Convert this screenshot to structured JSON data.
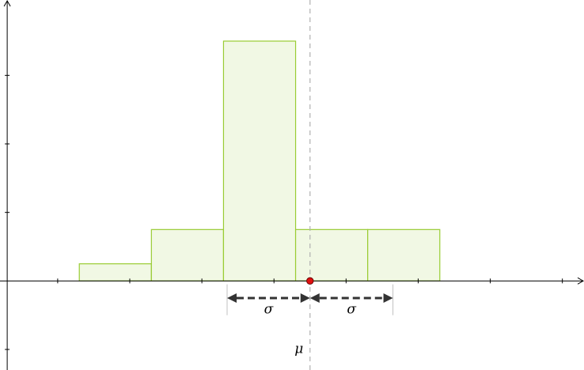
{
  "chart_data": {
    "type": "bar",
    "subtype": "histogram",
    "bins": [
      {
        "from": 1,
        "to": 2,
        "value": 0.5
      },
      {
        "from": 2,
        "to": 3,
        "value": 1.5
      },
      {
        "from": 3,
        "to": 4,
        "value": 7
      },
      {
        "from": 4,
        "to": 5,
        "value": 1.5
      },
      {
        "from": 5,
        "to": 6,
        "value": 1.5
      }
    ],
    "xlim": [
      -0.1,
      8
    ],
    "ylim": [
      -2.6,
      8.2
    ],
    "x_ticks": [
      0.7,
      1.7,
      2.7,
      3.7,
      4.7,
      5.7,
      6.7,
      7.7
    ],
    "y_ticks": [
      -2,
      2,
      4,
      6
    ],
    "grid": false,
    "colors": {
      "bar_fill": "#f1f8e4",
      "bar_stroke": "#99cc33",
      "mean_marker": "#e01010"
    },
    "mean": 4.2,
    "sigma": 1.15,
    "annotations": {
      "mean_label": "μ",
      "sigma_left_label": "σ",
      "sigma_right_label": "σ"
    }
  }
}
